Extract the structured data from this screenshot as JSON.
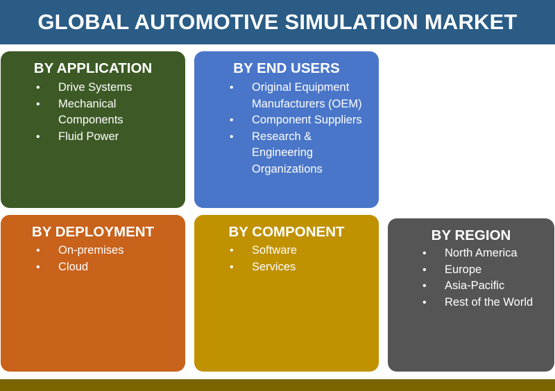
{
  "title": "GLOBAL AUTOMOTIVE SIMULATION MARKET",
  "colors": {
    "title_bar": "#2a5c86",
    "application": "#3d5a26",
    "end_users": "#4a76c9",
    "deployment": "#c9621b",
    "component": "#c09100",
    "region": "#555555",
    "bottom_bar": "#7a6400"
  },
  "segments": {
    "application": {
      "heading": "BY APPLICATION",
      "items": [
        "Drive Systems",
        "Mechanical",
        "Components",
        "Fluid Power"
      ]
    },
    "end_users": {
      "heading": "BY END USERS",
      "items": [
        "Original Equipment",
        "Manufacturers (OEM)",
        "Component Suppliers",
        "Research &",
        "Engineering",
        "Organizations"
      ]
    },
    "deployment": {
      "heading": "BY DEPLOYMENT",
      "items": [
        "On-premises",
        "Cloud"
      ]
    },
    "component": {
      "heading": "BY COMPONENT",
      "items": [
        "Software",
        "Services"
      ]
    },
    "region": {
      "heading": "BY REGION",
      "items": [
        "North America",
        "Europe",
        "Asia-Pacific",
        "Rest of the World"
      ]
    }
  }
}
